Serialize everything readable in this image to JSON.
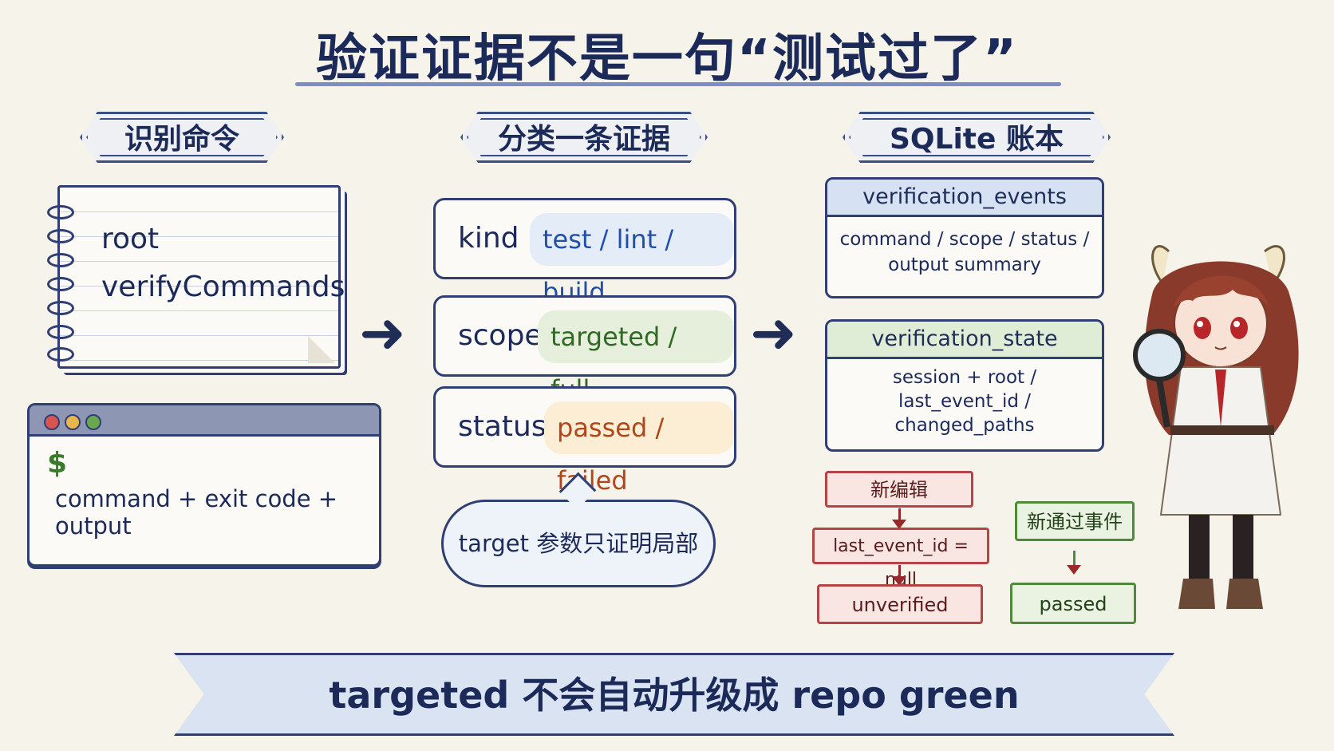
{
  "title": "验证证据不是一句“测试过了”",
  "sections": {
    "identify": {
      "header": "识别命令",
      "notebook_lines": [
        "root",
        "verifyCommands"
      ],
      "terminal_prompt": "$",
      "terminal_line": "command + exit code + output"
    },
    "classify": {
      "header": "分类一条证据",
      "cards": [
        {
          "key": "kind :",
          "value": "test / lint / build",
          "color": "#1f4fa8",
          "bg": "#e4ecf8"
        },
        {
          "key": "scope :",
          "value": "targeted / full",
          "color": "#2f6a22",
          "bg": "#e5efdc"
        },
        {
          "key": "status :",
          "value": "passed / failed",
          "color": "#b0461a",
          "bg": "#fbeed4"
        }
      ],
      "note": "target 参数只证明局部"
    },
    "ledger": {
      "header": "SQLite 账本",
      "tables": [
        {
          "name": "verification_events",
          "lines": [
            "command / scope / status /",
            "output summary"
          ]
        },
        {
          "name": "verification_state",
          "lines": [
            "session + root /",
            "last_event_id /",
            "changed_paths"
          ]
        }
      ],
      "flow_left": [
        "新编辑",
        "last_event_id = null",
        "unverified"
      ],
      "flow_right": [
        "新通过事件",
        "passed"
      ]
    }
  },
  "banner": "targeted 不会自动升级成 repo green",
  "icons": {
    "right-arrow-1": "➜",
    "right-arrow-2": "➜"
  }
}
